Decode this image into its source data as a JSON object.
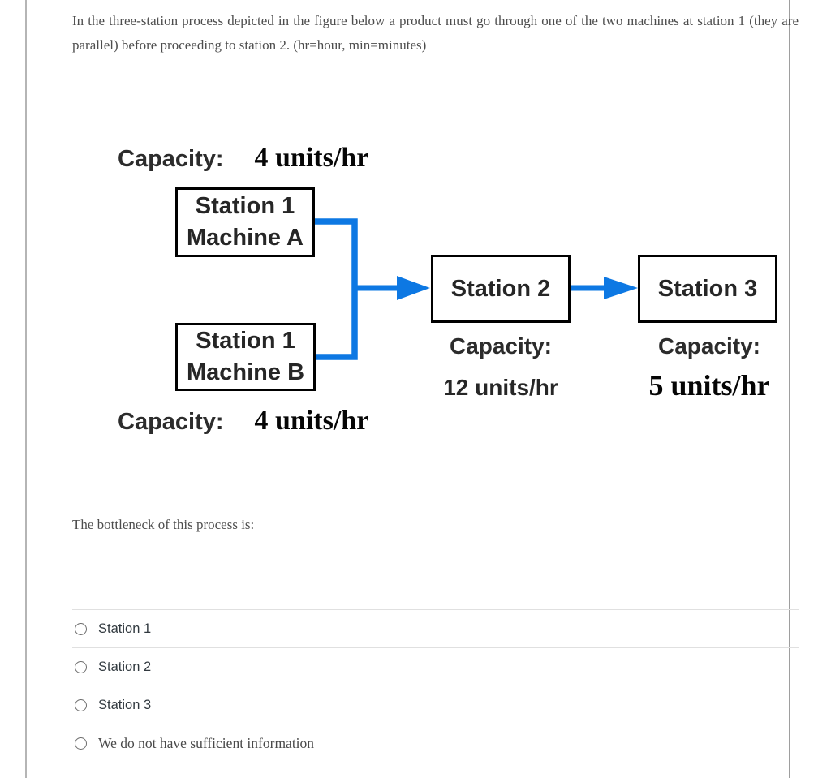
{
  "question": {
    "text": "In the three-station process depicted in the figure below a product must go through one of the two machines at station 1 (they are parallel) before proceeding to station 2. (hr=hour, min=minutes)",
    "prompt": "The bottleneck of this process is:"
  },
  "diagram": {
    "arrow_color": "#0d78e3",
    "box_border_color": "#000000",
    "capacity_label": "Capacity:",
    "station1_capacity_value": "4 units/hr",
    "machine_a": {
      "line1": "Station 1",
      "line2": "Machine A"
    },
    "machine_b": {
      "line1": "Station 1",
      "line2": "Machine B"
    },
    "station2": {
      "name": "Station 2",
      "capacity_label": "Capacity:",
      "capacity_value": "12 units/hr"
    },
    "station3": {
      "name": "Station 3",
      "capacity_label": "Capacity:",
      "capacity_value": "5 units/hr"
    }
  },
  "options": [
    {
      "label": "Station 1",
      "selected": false
    },
    {
      "label": "Station 2",
      "selected": false
    },
    {
      "label": "Station 3",
      "selected": false
    },
    {
      "label": "We do not have sufficient information",
      "selected": false
    }
  ]
}
